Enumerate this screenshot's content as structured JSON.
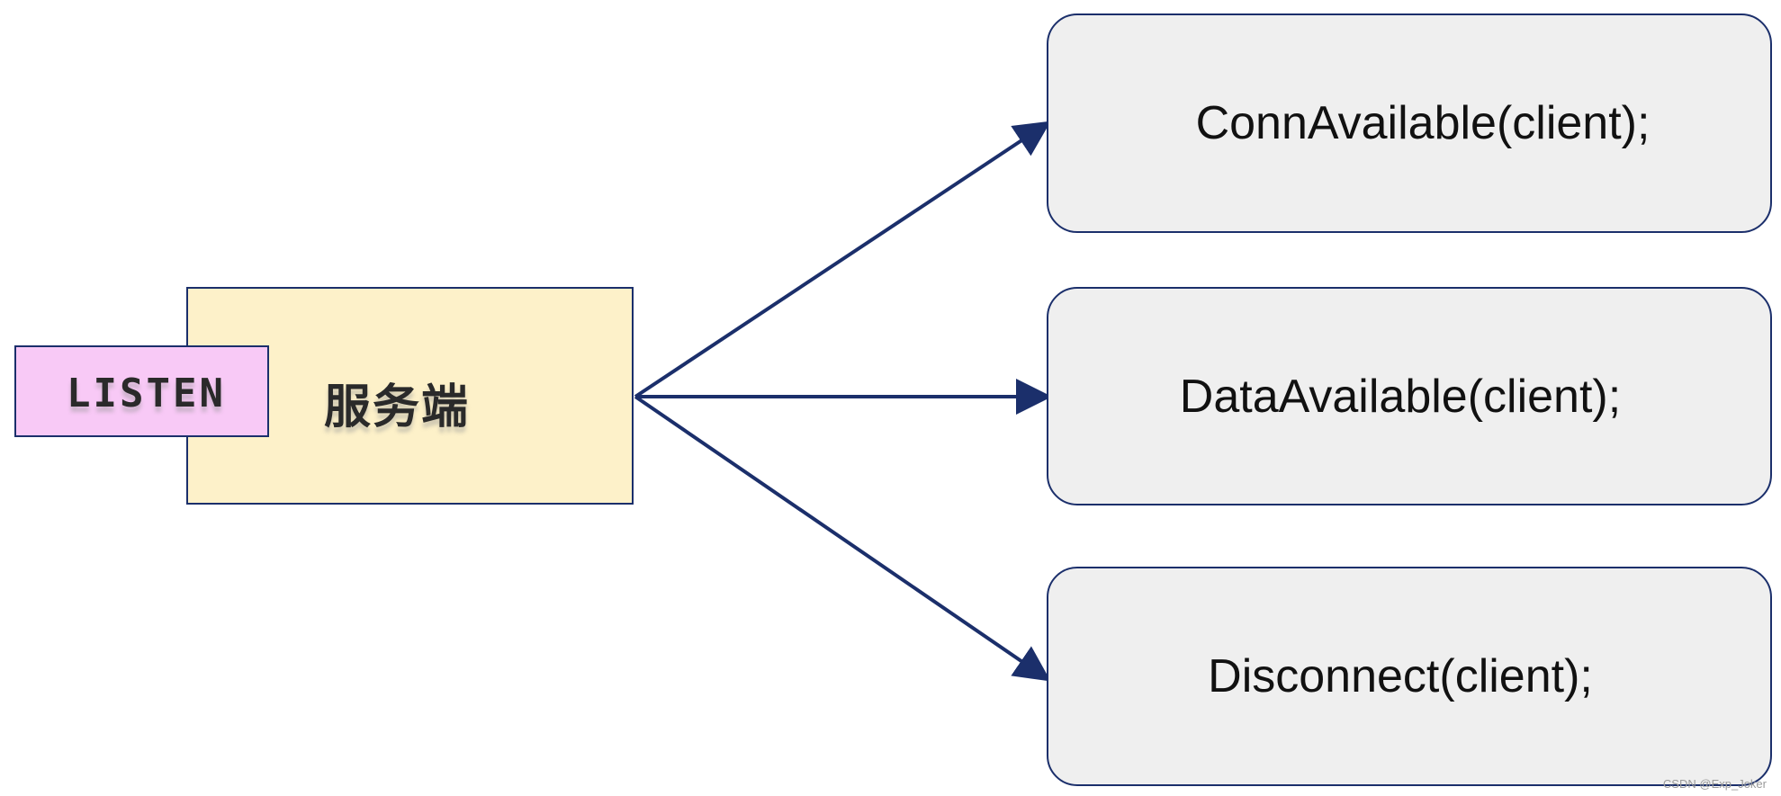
{
  "server": {
    "label": "服务端",
    "fill_color": "#fdf1c9"
  },
  "listen": {
    "label": "LISTEN",
    "fill_color": "#f8c9f6"
  },
  "callbacks": [
    {
      "label": "ConnAvailable(client);"
    },
    {
      "label": "DataAvailable(client);"
    },
    {
      "label": "Disconnect(client);"
    }
  ],
  "colors": {
    "border": "#1b2f6b",
    "arrow": "#1b2f6b",
    "callback_fill": "#efefef"
  },
  "watermark": "CSDN @Exp_Joker"
}
